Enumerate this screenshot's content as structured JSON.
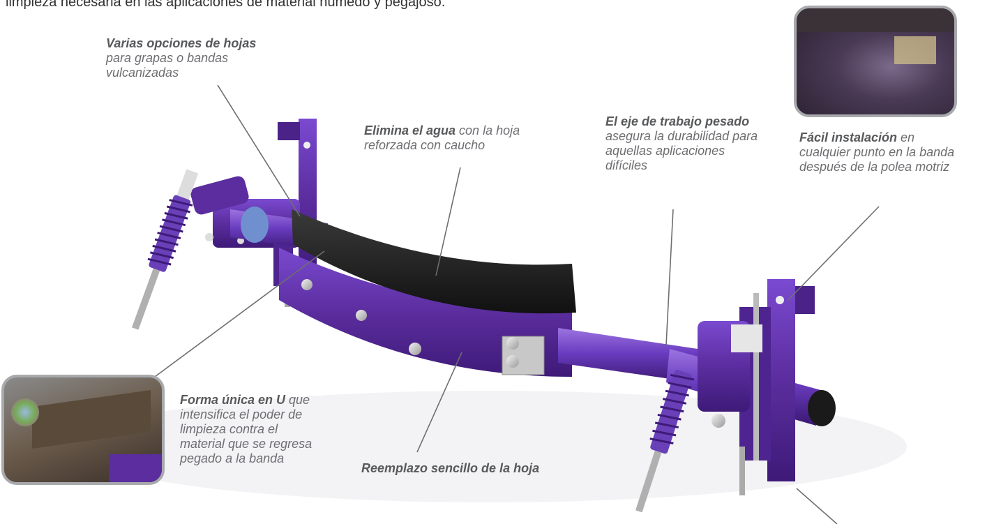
{
  "intro_text": "limpieza necesaria en las aplicaciones de material húmedo y pegajoso.",
  "callouts": [
    {
      "bold": "Varias opciones de hojas",
      "text": " para grapas o bandas vulcanizadas"
    },
    {
      "bold": "Elimina el agua",
      "text": " con la hoja reforzada con caucho"
    },
    {
      "bold": "El eje de trabajo pesado",
      "text": " asegura la durabilidad para aquellas aplicaciones difíciles"
    },
    {
      "bold": "Fácil instalación",
      "text": " en cualquier punto en la banda después de la polea motriz"
    },
    {
      "bold": "Forma única en U",
      "text": " que intensifica el poder de limpieza contra el material que se regresa pegado a la banda"
    },
    {
      "bold": "Reemplazo sencillo de la hoja",
      "text": ""
    }
  ],
  "colors": {
    "frame_purple": "#5b2d9e",
    "frame_dark": "#3e1a78",
    "blade_black": "#1e1e1e",
    "spring_purple": "#6a40b8",
    "callout_text": "#6d6e71",
    "leader_line": "#6d6e71",
    "photo_border": "#a7a9ac"
  }
}
